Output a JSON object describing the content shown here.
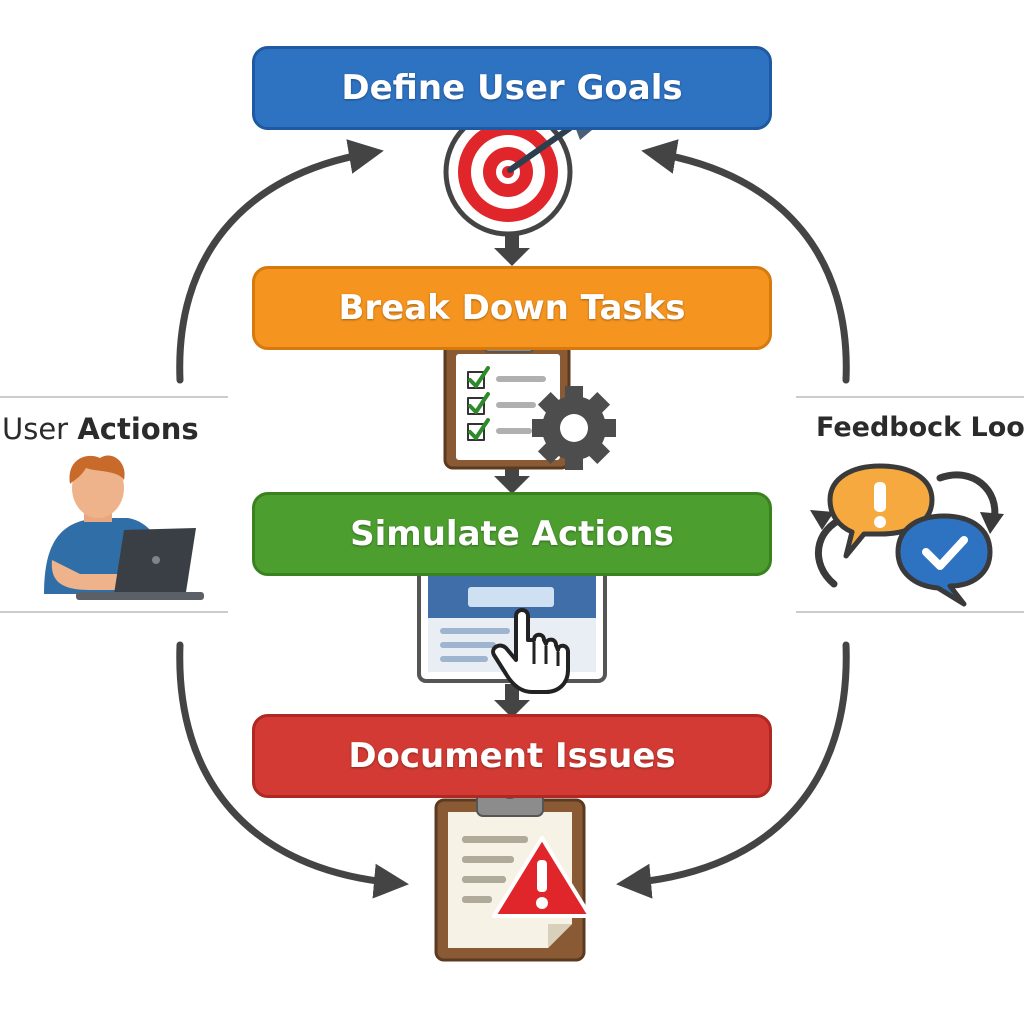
{
  "steps": [
    {
      "label": "Define User Goals",
      "color": "#2e72c2",
      "border": "#1f5aa0"
    },
    {
      "label": "Break Down Tasks",
      "color": "#f5941f",
      "border": "#d77a0e"
    },
    {
      "label": "Simulate Actions",
      "color": "#4c9e2f",
      "border": "#3a8220"
    },
    {
      "label": "Document Issues",
      "color": "#d23a33",
      "border": "#b02823"
    }
  ],
  "left_panel": {
    "label_light": "User",
    "label_bold": "Actions"
  },
  "right_panel": {
    "label": "Feedbock Loop"
  },
  "icons": [
    "target-icon",
    "checklist-gear-icon",
    "click-interface-icon",
    "warning-clipboard-icon",
    "user-laptop-icon",
    "feedback-bubbles-icon"
  ],
  "colors": {
    "arrow": "#444444",
    "divider": "#bbbbbb"
  }
}
